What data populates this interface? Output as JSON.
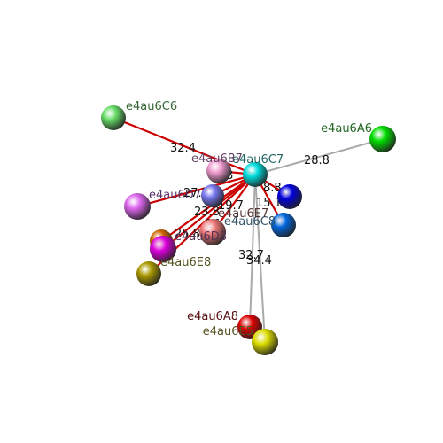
{
  "nodes": [
    {
      "id": "C6",
      "label": "e4au6C6",
      "color": "#66dd66",
      "labelColor": "#336633"
    },
    {
      "id": "A6",
      "label": "e4au6A6",
      "color": "#00dd00",
      "labelColor": "#226622"
    },
    {
      "id": "C7",
      "label": "e4au6C7",
      "color": "#00dddd",
      "labelColor": "#226666"
    },
    {
      "id": "B7",
      "label": "e4au6B7",
      "color": "#ee99cc",
      "labelColor": "#664466"
    },
    {
      "id": "PURPLE",
      "label": "e4au6D7",
      "color": "#dd66ee",
      "labelColor": "#553366"
    },
    {
      "id": "SLATE",
      "label": "",
      "color": "#7777ee",
      "labelColor": "#333366"
    },
    {
      "id": "BLUE1",
      "label": "",
      "color": "#0000dd",
      "labelColor": "#222266"
    },
    {
      "id": "BLUE2",
      "label": "e4au6C8",
      "color": "#0066dd",
      "labelColor": "#335566"
    },
    {
      "id": "SALMON",
      "label": "e4au6E7",
      "color": "#ee7777",
      "labelColor": "#553333"
    },
    {
      "id": "ORANGE",
      "label": "",
      "color": "#cc6600",
      "labelColor": "#553311"
    },
    {
      "id": "MAGENTA",
      "label": "e4au6D8",
      "color": "#dd00dd",
      "labelColor": "#553355"
    },
    {
      "id": "OLIVE",
      "label": "e4au6E8",
      "color": "#aa9900",
      "labelColor": "#555522"
    },
    {
      "id": "A8",
      "label": "e4au6A8",
      "color": "#dd0000",
      "labelColor": "#551111"
    },
    {
      "id": "YELLOW",
      "label": "e4au6E5",
      "color": "#dddd00",
      "labelColor": "#555522"
    }
  ],
  "edges": [
    {
      "from": "C7",
      "to": "A6",
      "style": "gray",
      "label": "28.8"
    },
    {
      "from": "C7",
      "to": "C6",
      "style": "red",
      "label": "32.4"
    },
    {
      "from": "C7",
      "to": "A8",
      "style": "gray",
      "label": "32.7"
    },
    {
      "from": "C7",
      "to": "YELLOW",
      "style": "gray",
      "label": "34.4"
    },
    {
      "from": "C7",
      "to": "B7",
      "style": "red",
      "label": "8"
    },
    {
      "from": "C7",
      "to": "PURPLE",
      "style": "red",
      "label": "27.3"
    },
    {
      "from": "C7",
      "to": "SLATE",
      "style": "red",
      "label": "19.7"
    },
    {
      "from": "C7",
      "to": "SALMON",
      "style": "red",
      "label": "23.8"
    },
    {
      "from": "C7",
      "to": "ORANGE",
      "style": "red",
      "label": "25.8"
    },
    {
      "from": "C7",
      "to": "MAGENTA",
      "style": "red",
      "label": "26"
    },
    {
      "from": "C7",
      "to": "OLIVE",
      "style": "red",
      "label": ""
    },
    {
      "from": "C7",
      "to": "BLUE1",
      "style": "red",
      "label": "8.8"
    },
    {
      "from": "C7",
      "to": "BLUE2",
      "style": "red",
      "label": "15.1"
    }
  ],
  "colors": {
    "red_edge": "#cc0000",
    "gray_edge": "#aaaaaa"
  }
}
